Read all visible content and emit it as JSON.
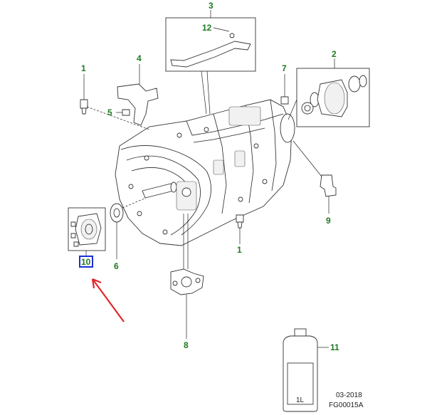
{
  "callouts": {
    "c1a": "1",
    "c1b": "1",
    "c2": "2",
    "c3": "3",
    "c4": "4",
    "c5": "5",
    "c6": "6",
    "c7": "7",
    "c8": "8",
    "c9": "9",
    "c10": "10",
    "c11": "11",
    "c12": "12"
  },
  "bottle_label": "1L",
  "footer": {
    "date": "03-2018",
    "code": "FG00015A"
  },
  "colors": {
    "callout": "#1e7a1e",
    "highlight": "#1a2fd8",
    "arrow": "#e0262b"
  }
}
